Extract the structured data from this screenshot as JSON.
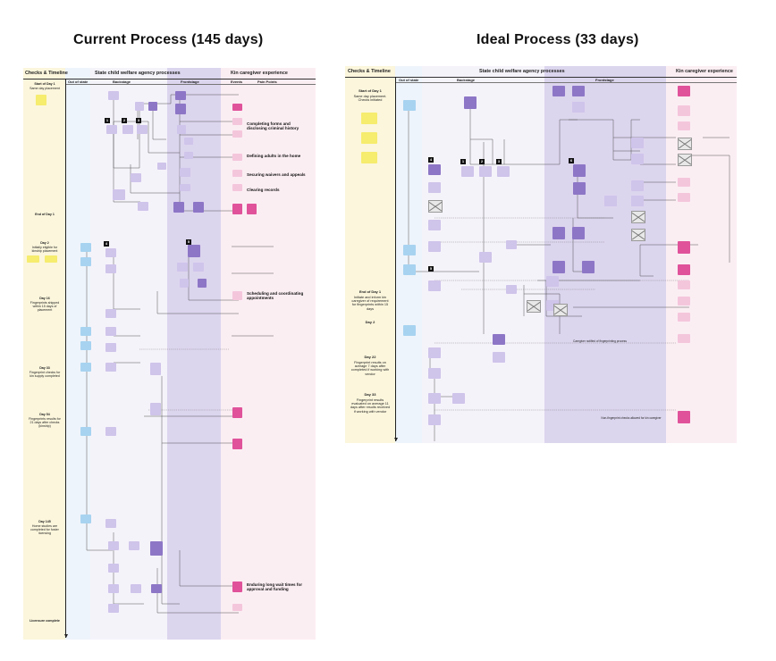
{
  "titles": {
    "current": "Current Process (145 days)",
    "ideal": "Ideal Process (33 days)"
  },
  "headers": {
    "checks": "Checks & Timeline",
    "agency": "State child welfare agency processes",
    "kin": "Kin caregiver experience",
    "out_of_state": "Out of state",
    "backstage": "Backstage",
    "frontstage": "Frontstage",
    "events": "Events",
    "pain_points": "Pain Points"
  },
  "current": {
    "timeline": [
      {
        "title": "Start of Day 1",
        "text": "Same day placement"
      },
      {
        "title": "End of Day 1",
        "text": ""
      },
      {
        "title": "Day 2",
        "text": "Initially eligible for kinship placement"
      },
      {
        "title": "Day 16",
        "text": "Fingerprints shipped within 15 days of placement"
      },
      {
        "title": "Day 33",
        "text": "Fingerprint checks for kin supply completed"
      },
      {
        "title": "Day 54",
        "text": "Fingerprints results for 21 days after checks (kinship)"
      },
      {
        "title": "Day 145",
        "text": "Home studies are completed for foster licensing"
      },
      {
        "title": "Licensure complete",
        "text": ""
      }
    ],
    "pain_points": [
      "Completing forms and disclosing criminal history",
      "Defining adults in the home",
      "Securing waivers and appeals",
      "Clearing records",
      "Scheduling and coordinating appointments",
      "Enduring long wait times for approval and funding"
    ]
  },
  "ideal": {
    "timeline": [
      {
        "title": "Start of Day 1",
        "text": "Same day placement. Checks initiated"
      },
      {
        "title": "End of Day 1",
        "text": "Initiate and inform kin caregiver of requirement for fingerprints within 15 days"
      },
      {
        "title": "Day 2",
        "text": ""
      },
      {
        "title": "Day 22",
        "text": "Fingerprint results on average 7 days after completed if working with vendor"
      },
      {
        "title": "Day 33",
        "text": "Fingerprint results evaluated on average 11 days after results received if working with vendor"
      }
    ],
    "notes": [
      "Caregiver notified of fingerprinting process",
      "Non-fingerprint checks allowed for kin caregiver"
    ]
  },
  "colors": {
    "lane_checks": "#fbf6dc",
    "lane_outstate": "#eef4fb",
    "lane_backstage": "#f5f3fa",
    "lane_frontstage": "#dcd5ee",
    "lane_kin": "#fbeef3",
    "box_purple": "#8d76c6",
    "box_light": "#cfc4ea",
    "box_pink": "#e0529a",
    "box_lightpink": "#f4c6dc",
    "box_blue": "#a7d3f0",
    "box_yellow": "#f6ec6e"
  }
}
